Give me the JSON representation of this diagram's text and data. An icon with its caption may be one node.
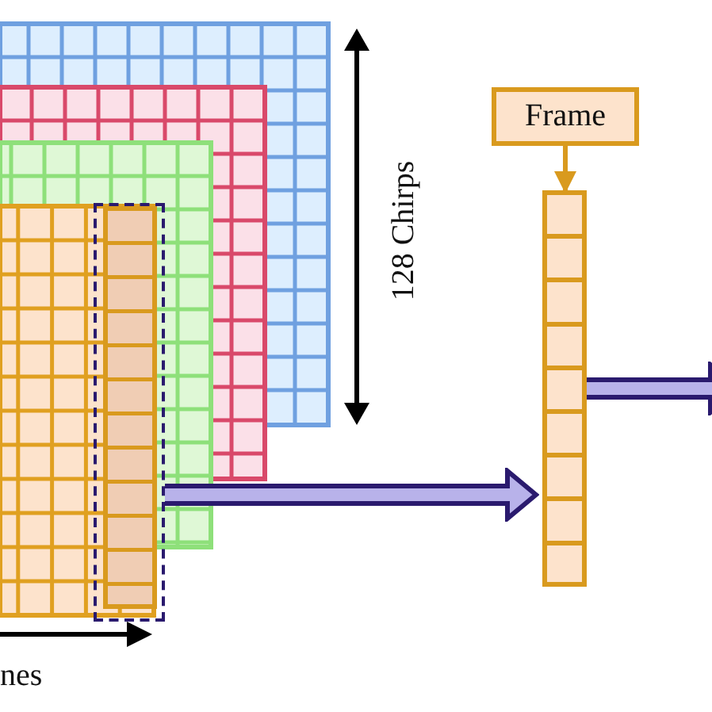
{
  "diagram": {
    "nodes": [
      {
        "text": [
          "Frame"
        ]
      },
      {
        "text": [],
        "shape": "bar"
      },
      {
        "text": [],
        "shape": "box"
      }
    ],
    "edges": [
      {
        "from": 0,
        "to": 1,
        "arrow": "to",
        "color": "#d99a1e"
      },
      {
        "from": 2,
        "to": 1,
        "arrow": "to"
      },
      {
        "from": 1,
        "to": null,
        "arrow": "to"
      }
    ],
    "labels": [
      "128 Chirps",
      "nes"
    ]
  }
}
